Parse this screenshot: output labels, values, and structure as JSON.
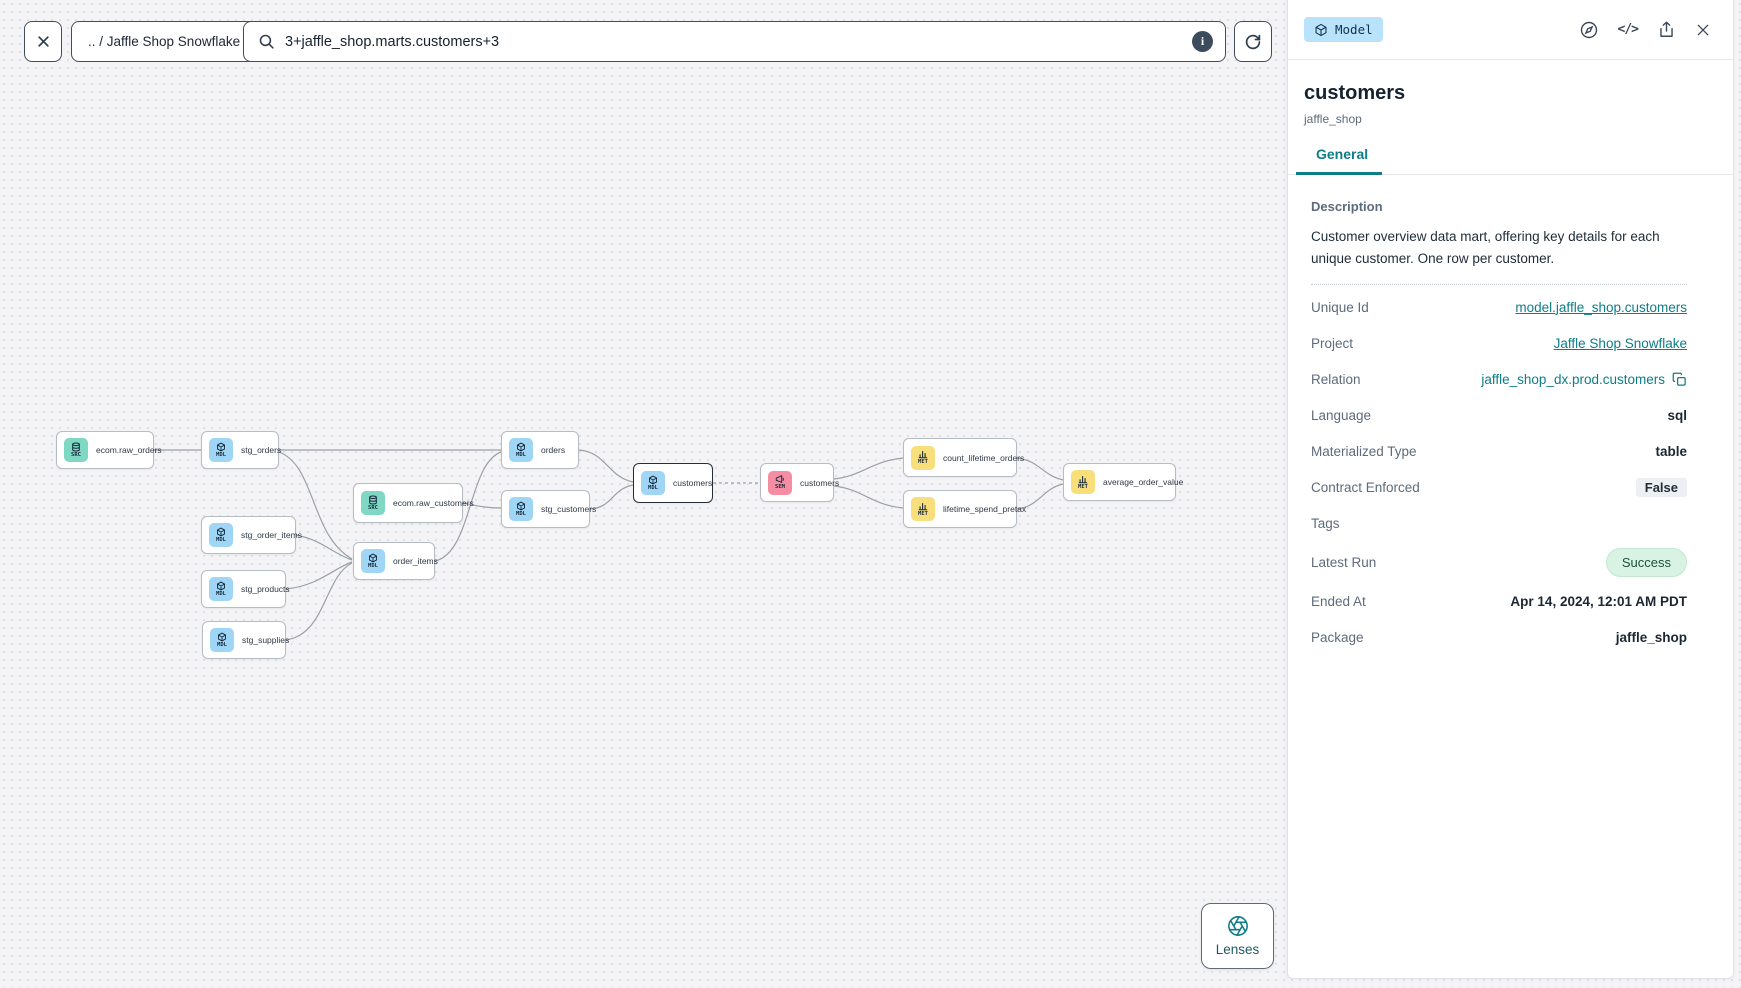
{
  "topbar": {
    "breadcrumb": ".. / Jaffle Shop Snowflake",
    "search": {
      "value": "3+jaffle_shop.marts.customers+3"
    }
  },
  "canvas": {
    "lenses_label": "Lenses",
    "nodes": [
      {
        "label": "ecom.raw_orders",
        "type": "SRC"
      },
      {
        "label": "stg_orders",
        "type": "MDL"
      },
      {
        "label": "ecom.raw_customers",
        "type": "SRC"
      },
      {
        "label": "stg_order_items",
        "type": "MDL"
      },
      {
        "label": "stg_products",
        "type": "MDL"
      },
      {
        "label": "stg_supplies",
        "type": "MDL"
      },
      {
        "label": "order_items",
        "type": "MDL"
      },
      {
        "label": "orders",
        "type": "MDL"
      },
      {
        "label": "stg_customers",
        "type": "MDL"
      },
      {
        "label": "customers",
        "type": "MDL",
        "selected": true
      },
      {
        "label": "customers",
        "type": "SEM"
      },
      {
        "label": "count_lifetime_orders",
        "type": "MET"
      },
      {
        "label": "lifetime_spend_pretax",
        "type": "MET"
      },
      {
        "label": "average_order_value",
        "type": "MET"
      }
    ]
  },
  "panel": {
    "badge": "Model",
    "title": "customers",
    "subtitle": "jaffle_shop",
    "tab_general": "General",
    "description_label": "Description",
    "description": "Customer overview data mart, offering key details for each unique customer. One row per customer.",
    "fields": [
      {
        "label": "Unique Id",
        "value": "model.jaffle_shop.customers"
      },
      {
        "label": "Project",
        "value": "Jaffle Shop Snowflake"
      },
      {
        "label": "Relation",
        "value": "jaffle_shop_dx.prod.customers"
      },
      {
        "label": "Language",
        "value": "sql"
      },
      {
        "label": "Materialized Type",
        "value": "table"
      },
      {
        "label": "Contract Enforced",
        "value": "False"
      },
      {
        "label": "Tags",
        "value": ""
      },
      {
        "label": "Latest Run",
        "value": "Success"
      },
      {
        "label": "Ended At",
        "value": "Apr 14, 2024, 12:01 AM PDT"
      },
      {
        "label": "Package",
        "value": "jaffle_shop"
      }
    ]
  },
  "icons": {
    "close": "✕",
    "code": "</>",
    "info": "i"
  },
  "colors": {
    "accent_teal": "#0E7D87",
    "source_tile": "#7FD8C3",
    "model_tile": "#9FD6F6",
    "semantic_tile": "#F78DA3",
    "metric_tile": "#F8DF7C",
    "model_badge_bg": "#B9E3FB",
    "success_bg": "#D8F3E3",
    "success_text": "#1D5138",
    "selected_node_border": "#272E38"
  }
}
